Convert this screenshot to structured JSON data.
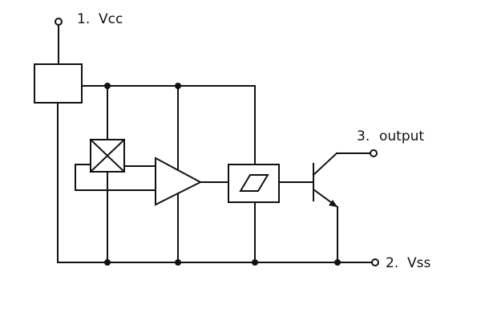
{
  "pins": {
    "vcc": {
      "number": "1.",
      "name": "Vcc"
    },
    "output": {
      "number": "3.",
      "name": "output"
    },
    "vss": {
      "number": "2.",
      "name": "Vss"
    }
  },
  "colors": {
    "line": "#111111",
    "background": "#ffffff"
  }
}
